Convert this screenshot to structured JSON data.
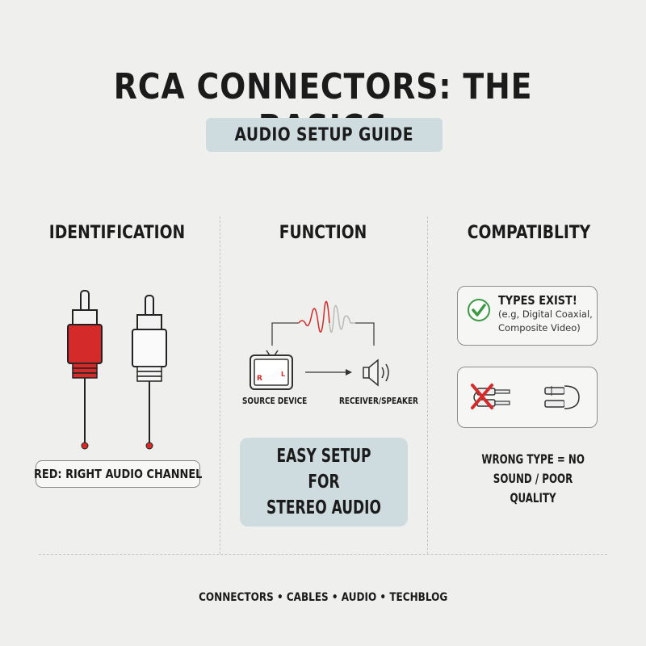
{
  "header": {
    "title": "RCA CONNECTORS: THE BASICS",
    "subtitle": "AUDIO SETUP GUIDE"
  },
  "columns": {
    "identification": {
      "heading": "IDENTIFICATION",
      "label": "RED: RIGHT AUDIO CHANNEL"
    },
    "function": {
      "heading": "FUNCTION",
      "source_label": "SOURCE DEVICE",
      "receiver_label": "RECEIVER/SPEAKER",
      "tv_right": "R",
      "tv_left": "L",
      "easy_line1": "EASY SETUP FOR",
      "easy_line2": "STEREO AUDIO"
    },
    "compatibility": {
      "heading": "COMPATIBLITY",
      "types_title": "TYPES EXIST!",
      "types_line1": "(e.g, Digital Coaxial,",
      "types_line2": "Composite Video)",
      "wrong_line1": "WRONG TYPE = NO",
      "wrong_line2": "SOUND / POOR QUALITY"
    }
  },
  "footer": "CONNECTORS • CABLES • AUDIO • TECHBLOG",
  "colors": {
    "background": "#efefed",
    "accent_pill": "#cfdcdf",
    "red_plug": "#d42a2a",
    "check_green": "#3c9a43"
  },
  "icons": [
    "red-rca-plug-icon",
    "white-rca-plug-icon",
    "tv-icon",
    "speaker-icon",
    "check-icon",
    "x-icon",
    "rca-plug-pair-icon"
  ]
}
